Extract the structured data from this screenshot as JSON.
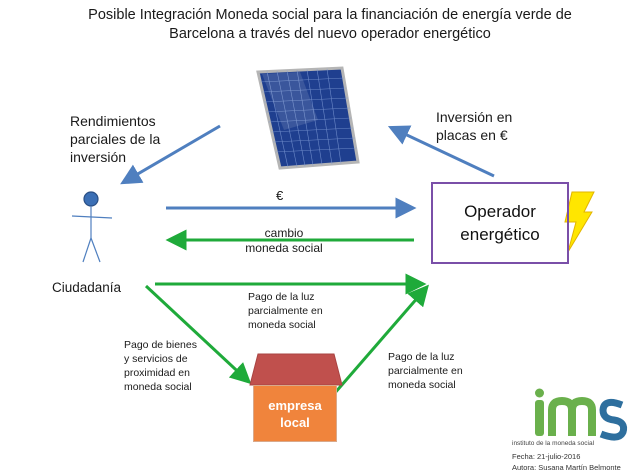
{
  "title": {
    "line1": "Posible Integración Moneda social para la financiación de energía verde de",
    "line2": "Barcelona a través del nuevo operador energético"
  },
  "labels": {
    "returns": [
      "Rendimientos",
      "parciales de la",
      "inversión"
    ],
    "investment": [
      "Inversión en",
      "placas en €"
    ],
    "euro": "€",
    "exchange": [
      "cambio",
      "moneda social"
    ],
    "operator": [
      "Operador",
      "energético"
    ],
    "citizens": "Ciudadanía",
    "light_payment_top": [
      "Pago de la luz",
      "parcialmente en",
      "moneda social"
    ],
    "goods_payment": [
      "Pago de bienes",
      "y servicios de",
      "proximidad en",
      "moneda social"
    ],
    "light_payment_right": [
      "Pago de la luz",
      "parcialmente en",
      "moneda social"
    ],
    "business": [
      "empresa",
      "local"
    ]
  },
  "logo": {
    "mark": "ims",
    "caption": "instituto de la moneda social"
  },
  "meta": {
    "date": "Fecha: 21-julio-2016",
    "author": "Autora: Susana Martín Belmonte"
  },
  "colors": {
    "blue_arrow": "#4f7fbf",
    "green_arrow": "#1faa3a",
    "operator_border": "#7a4fa8",
    "house_roof": "#c0504d",
    "house_body": "#f0843c",
    "lightning": "#ffe600",
    "logo_green": "#6ab04c",
    "logo_blue": "#2e6f9e"
  },
  "icons": {
    "solar_panel": "solar-panel-icon",
    "person": "stick-figure-icon",
    "lightning": "lightning-bolt-icon"
  }
}
